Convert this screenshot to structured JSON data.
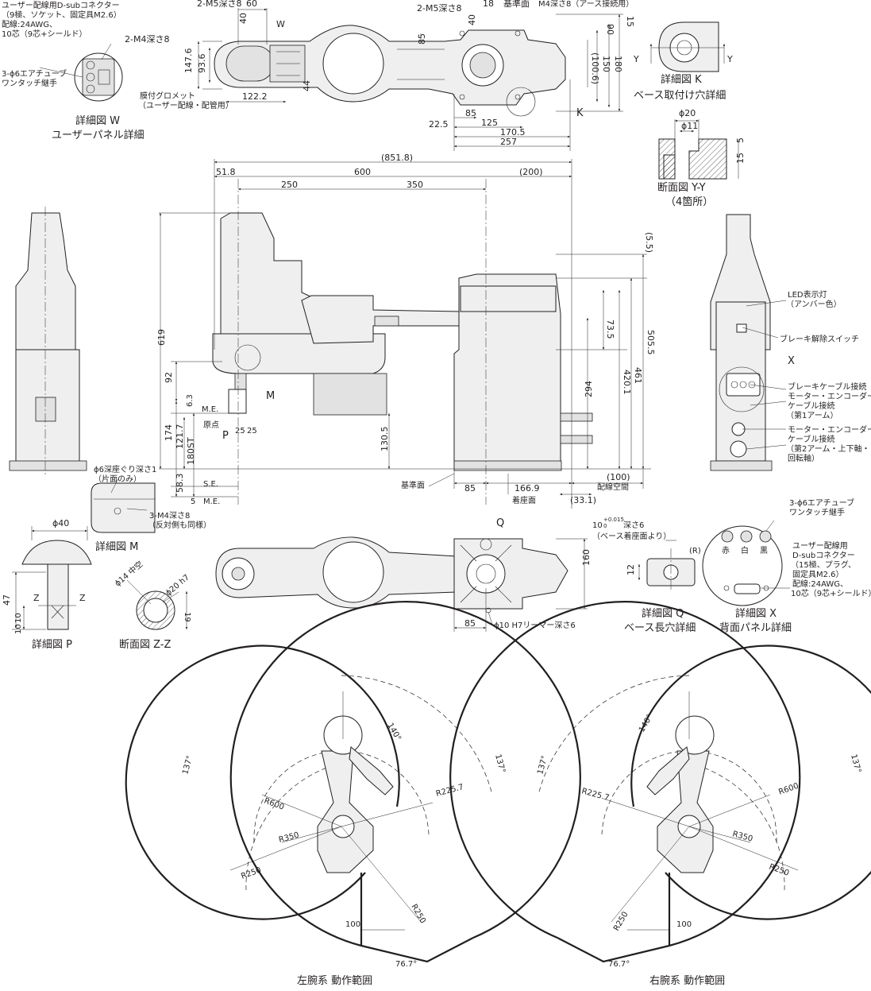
{
  "top_view": {
    "labels": [
      "2-M5深さ8",
      "60",
      "40",
      "W",
      "2-M4深さ8",
      "147.6",
      "93.6",
      "44",
      "122.2",
      "膜付グロメット",
      "（ユーザー配線・配管用）",
      "85",
      "2-M5深さ8",
      "40",
      "18",
      "基準面",
      "M4深さ8（アース接続用）",
      "90",
      "15",
      "(100.6)",
      "150",
      "180",
      "K",
      "85",
      "125",
      "22.5",
      "170.5",
      "257"
    ]
  },
  "user_note": [
    "ユーザー配線用D-subコネクター",
    "（9極、ソケット、固定具M2.6）",
    "配線:24AWG、",
    "10芯（9芯+シールド）"
  ],
  "air_note": [
    "3-ϕ6エアチューブ",
    "ワンタッチ継手"
  ],
  "detail_w": [
    "詳細図 W",
    "ユーザーパネル詳細"
  ],
  "detail_k": [
    "詳細図 K",
    "ベース取付け穴詳細"
  ],
  "section_yy": {
    "labels": [
      "ϕ20",
      "ϕ11",
      "5",
      "15",
      "Y",
      "Y"
    ],
    "caption": [
      "断面図 Y-Y",
      "（4箇所）"
    ]
  },
  "front_dims": [
    "(851.8)",
    "51.8",
    "600",
    "(200)",
    "250",
    "350",
    "(5.5)",
    "619",
    "73.5",
    "420.1",
    "461",
    "505.5",
    "92",
    "294",
    "6.3",
    "174",
    "121.7",
    "180ST",
    "130.5",
    "58.3",
    "5",
    "M.E.",
    "原点",
    "25",
    "25",
    "S.E.",
    "M.E.",
    "基準面",
    "85",
    "166.9",
    "着座面",
    "(100)",
    "配線空間",
    "(33.1)",
    "P",
    "M"
  ],
  "right_side": [
    "LED表示灯",
    "（アンバー色）",
    "ブレーキ解除スイッチ",
    "X",
    "ブレーキケーブル接続",
    "モーター・エンコーダー",
    "ケーブル接続",
    "（第1アーム）",
    "モーター・エンコーダー",
    "ケーブル接続",
    "（第2アーム・上下軸・",
    "回転軸）"
  ],
  "detail_m": {
    "labels": [
      "ϕ6深座ぐり深さ1",
      "（片面のみ）",
      "3-M4深さ8",
      "（反対側も同様）"
    ],
    "caption": "詳細図 M"
  },
  "detail_p": {
    "labels": [
      "ϕ40",
      "Z",
      "Z",
      "47",
      "10",
      "10"
    ],
    "caption": "詳細図 P"
  },
  "section_zz": {
    "labels": [
      "ϕ14 中空",
      "ϕ20 h7",
      "19"
    ],
    "caption": "断面図 Z-Z"
  },
  "bottom_view": [
    "Q",
    "10",
    "+0.015",
    "0",
    "深さ6",
    "（ベース着座面より）",
    "160",
    "85",
    "ϕ10 H7リーマー深さ6"
  ],
  "detail_q": {
    "labels": [
      "12",
      "(R)"
    ],
    "caption": [
      "詳細図 Q",
      "ベース長穴詳細"
    ]
  },
  "detail_x": {
    "labels": [
      "3-ϕ6エアチューブ",
      "ワンタッチ継手",
      "赤",
      "白",
      "黒",
      "ユーザー配線用",
      "D-subコネクター",
      "（15極、プラグ、",
      "固定具M2.6）",
      "配線:24AWG、",
      "10芯（9芯+シールド）"
    ],
    "caption": [
      "詳細図 X",
      "背面パネル詳細"
    ]
  },
  "range_left": {
    "labels": [
      "140°",
      "137°",
      "137°",
      "R600",
      "R225.7",
      "R350",
      "R250",
      "100",
      "R250",
      "76.7°"
    ],
    "caption": "左腕系 動作範囲"
  },
  "range_right": {
    "labels": [
      "140°",
      "137°",
      "137°",
      "R225.7",
      "R600",
      "R350",
      "R250",
      "R250",
      "100",
      "76.7°"
    ],
    "caption": "右腕系 動作範囲"
  }
}
